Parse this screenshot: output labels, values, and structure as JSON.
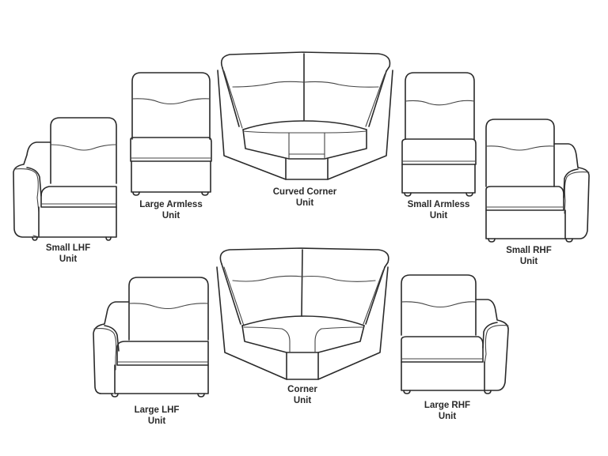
{
  "diagram": {
    "type": "sofa-modular-units-line-drawing",
    "background_color": "#ffffff",
    "line_color": "#2a2a2a",
    "units": [
      {
        "id": "small-lhf",
        "line1": "Small LHF",
        "line2": "Unit"
      },
      {
        "id": "large-armless",
        "line1": "Large Armless",
        "line2": "Unit"
      },
      {
        "id": "curved-corner",
        "line1": "Curved Corner",
        "line2": "Unit"
      },
      {
        "id": "small-armless",
        "line1": "Small Armless",
        "line2": "Unit"
      },
      {
        "id": "small-rhf",
        "line1": "Small RHF",
        "line2": "Unit"
      },
      {
        "id": "large-lhf",
        "line1": "Large LHF",
        "line2": "Unit"
      },
      {
        "id": "corner",
        "line1": "Corner",
        "line2": "Unit"
      },
      {
        "id": "large-rhf",
        "line1": "Large RHF",
        "line2": "Unit"
      }
    ]
  }
}
